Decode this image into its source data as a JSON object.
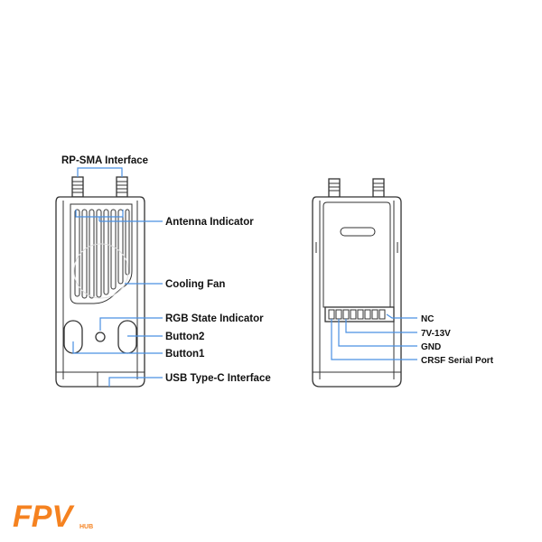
{
  "labels": {
    "rp_sma": "RP-SMA Interface",
    "antenna_indicator": "Antenna Indicator",
    "cooling_fan": "Cooling Fan",
    "rgb_state": "RGB State Indicator",
    "button2": "Button2",
    "button1": "Button1",
    "usb_c": "USB Type-C Interface",
    "nc": "NC",
    "voltage": "7V-13V",
    "gnd": "GND",
    "crsf": "CRSF Serial Port"
  },
  "logo": {
    "main": "FPV",
    "sub": "HUB"
  },
  "colors": {
    "callout_line": "#4a90e2",
    "outline": "#333333",
    "logo": "#f58220"
  }
}
